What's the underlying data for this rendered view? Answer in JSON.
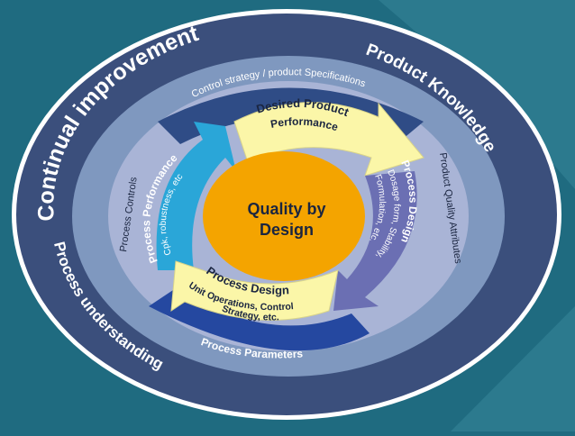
{
  "diagram": {
    "outer_ring": {
      "label_top": "Continual improvement",
      "label_right": "Product Knowledge",
      "label_bottom": "Process understanding"
    },
    "middle_ring": {
      "top": "Control strategy / product Specifications",
      "left": "Process Controls",
      "right": "Product Quality Attributes",
      "bottom": "Process Parameters"
    },
    "arrows": {
      "top_title_line1": "Desired Product",
      "top_title_line2": "Performance",
      "left_title": "Process Performance",
      "left_sub": "Cpk, robustness, etc",
      "right_title": "Process Design",
      "right_sub_line1": "Dosage form, Stability,",
      "right_sub_line2": "Formulation, etc.",
      "bottom_title": "Process Design",
      "bottom_sub_line1": "Unit Operations, Control",
      "bottom_sub_line2": "Strategy, etc."
    },
    "center": {
      "line1": "Quality by",
      "line2": "Design"
    },
    "colors": {
      "background": "#1f6b80",
      "outer_ring": "#3b4f7c",
      "middle_ring": "#7f98bf",
      "inner_ring": "#a9b4d6",
      "yellow_arrow": "#fbf6a8",
      "blue_arrow": "#2aa6d8",
      "purple_arrow": "#6b6fb3",
      "center": "#f4a400"
    }
  }
}
